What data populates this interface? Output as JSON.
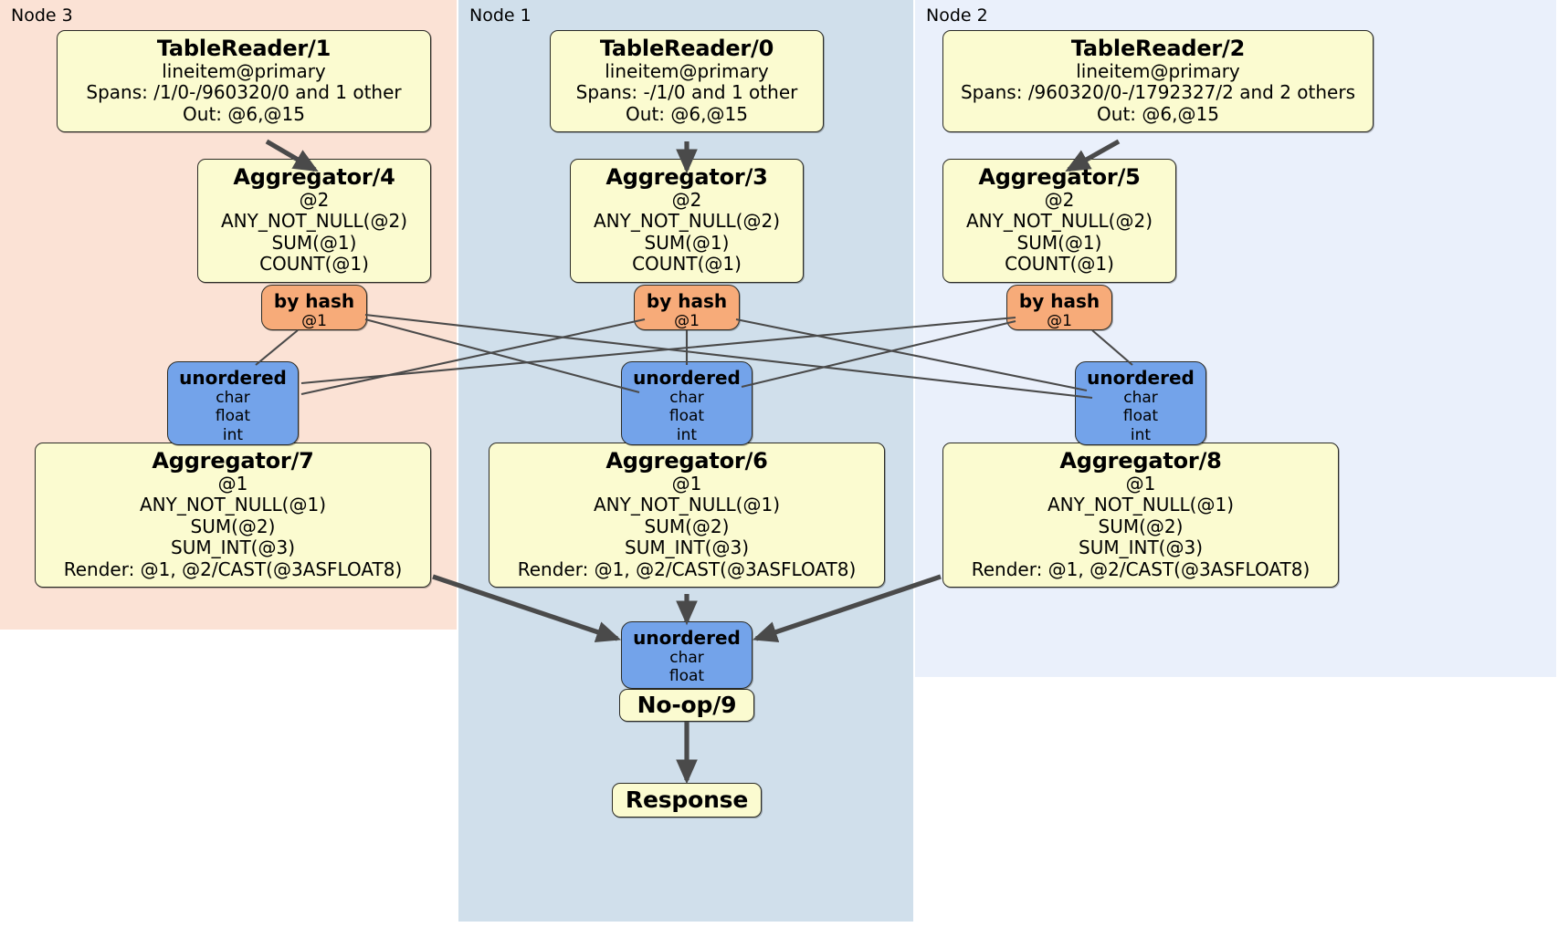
{
  "diagram": {
    "title": "Distributed query plan",
    "colors": {
      "node3_panel": "#fbe2d5",
      "node1_panel": "#d0dfeb",
      "node2_panel": "#eaf0fb",
      "processor_box": "#fbfbd0",
      "hash_router": "#f7ab79",
      "unordered_router": "#73a3ea",
      "edge": "#4a4a4a",
      "border": "#2b2b26"
    }
  },
  "panels": [
    {
      "id": "node3",
      "label": "Node 3"
    },
    {
      "id": "node1",
      "label": "Node 1"
    },
    {
      "id": "node2",
      "label": "Node 2"
    }
  ],
  "processors": {
    "table_reader_1": {
      "title": "TableReader/1",
      "lines": [
        "lineitem@primary",
        "Spans: /1/0-/960320/0 and 1 other",
        "Out: @6,@15"
      ]
    },
    "table_reader_0": {
      "title": "TableReader/0",
      "lines": [
        "lineitem@primary",
        "Spans: -/1/0 and 1 other",
        "Out: @6,@15"
      ]
    },
    "table_reader_2": {
      "title": "TableReader/2",
      "lines": [
        "lineitem@primary",
        "Spans: /960320/0-/1792327/2 and 2 others",
        "Out: @6,@15"
      ]
    },
    "aggregator_4": {
      "title": "Aggregator/4",
      "lines": [
        "@2",
        "ANY_NOT_NULL(@2)",
        "SUM(@1)",
        "COUNT(@1)"
      ]
    },
    "aggregator_3": {
      "title": "Aggregator/3",
      "lines": [
        "@2",
        "ANY_NOT_NULL(@2)",
        "SUM(@1)",
        "COUNT(@1)"
      ]
    },
    "aggregator_5": {
      "title": "Aggregator/5",
      "lines": [
        "@2",
        "ANY_NOT_NULL(@2)",
        "SUM(@1)",
        "COUNT(@1)"
      ]
    },
    "aggregator_7": {
      "title": "Aggregator/7",
      "lines": [
        "@1",
        "ANY_NOT_NULL(@1)",
        "SUM(@2)",
        "SUM_INT(@3)",
        "Render: @1, @2/CAST(@3ASFLOAT8)"
      ]
    },
    "aggregator_6": {
      "title": "Aggregator/6",
      "lines": [
        "@1",
        "ANY_NOT_NULL(@1)",
        "SUM(@2)",
        "SUM_INT(@3)",
        "Render: @1, @2/CAST(@3ASFLOAT8)"
      ]
    },
    "aggregator_8": {
      "title": "Aggregator/8",
      "lines": [
        "@1",
        "ANY_NOT_NULL(@1)",
        "SUM(@2)",
        "SUM_INT(@3)",
        "Render: @1, @2/CAST(@3ASFLOAT8)"
      ]
    },
    "noop_9": {
      "title": "No-op/9",
      "lines": []
    },
    "response": {
      "title": "Response",
      "lines": []
    }
  },
  "routers": {
    "hash_left": {
      "title": "by hash",
      "lines": [
        "@1"
      ]
    },
    "hash_mid": {
      "title": "by hash",
      "lines": [
        "@1"
      ]
    },
    "hash_right": {
      "title": "by hash",
      "lines": [
        "@1"
      ]
    },
    "unordered_left": {
      "title": "unordered",
      "lines": [
        "char",
        "float",
        "int"
      ]
    },
    "unordered_mid": {
      "title": "unordered",
      "lines": [
        "char",
        "float",
        "int"
      ]
    },
    "unordered_right": {
      "title": "unordered",
      "lines": [
        "char",
        "float",
        "int"
      ]
    },
    "unordered_final": {
      "title": "unordered",
      "lines": [
        "char",
        "float"
      ]
    }
  }
}
